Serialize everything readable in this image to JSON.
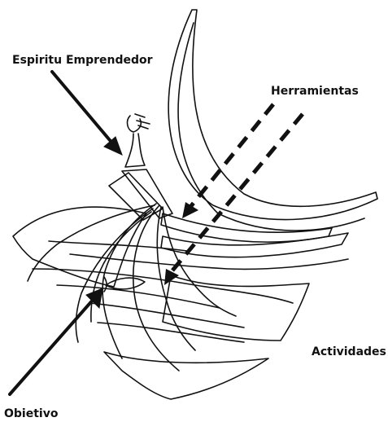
{
  "labels": {
    "espiritu": "Espiritu Emprendedor",
    "herramientas": "Herramientas",
    "actividades": "Actividades",
    "objetivo": "Obietivo"
  },
  "colors": {
    "ink": "#111111",
    "background": "#ffffff"
  }
}
